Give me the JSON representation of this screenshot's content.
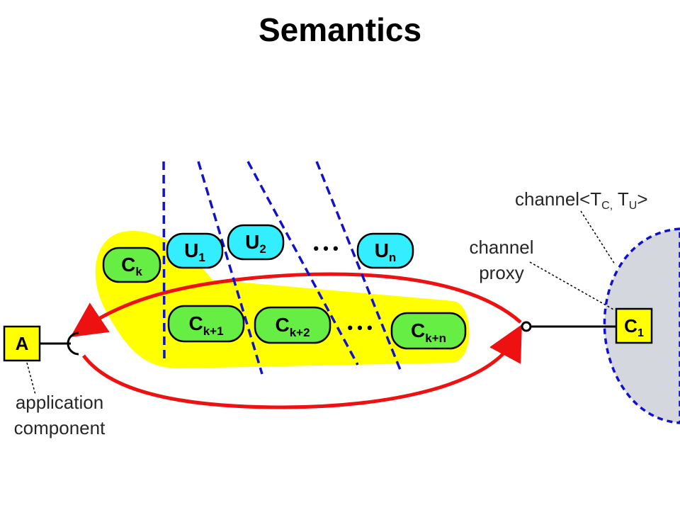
{
  "title": "Semantics",
  "colors": {
    "yellow_region": "#ffff00",
    "green_node": "#66ee44",
    "cyan_node": "#33eeff",
    "arrow_red": "#ee1111",
    "dash_blue": "#1111cc",
    "gray_region": "#d4d8de",
    "box_yellow": "#ffff00"
  },
  "nodes": {
    "ck": {
      "main": "C",
      "sub": "k"
    },
    "u1": {
      "main": "U",
      "sub": "1"
    },
    "u2": {
      "main": "U",
      "sub": "2"
    },
    "un": {
      "main": "U",
      "sub": "n"
    },
    "ck1": {
      "main": "C",
      "sub": "k+1"
    },
    "ck2": {
      "main": "C",
      "sub": "k+2"
    },
    "ckn": {
      "main": "C",
      "sub": "k+n"
    }
  },
  "ellipsis_top": "• • •",
  "ellipsis_bottom": "• • •",
  "component_a": "A",
  "component_c1": {
    "main": "C",
    "sub": "1"
  },
  "labels": {
    "application_line1": "application",
    "application_line2": "component",
    "proxy_line1": "channel",
    "proxy_line2": "proxy",
    "channel_main": "channel<T",
    "channel_sub1": "C,",
    "channel_mid": " T",
    "channel_sub2": "U",
    "channel_end": ">"
  }
}
